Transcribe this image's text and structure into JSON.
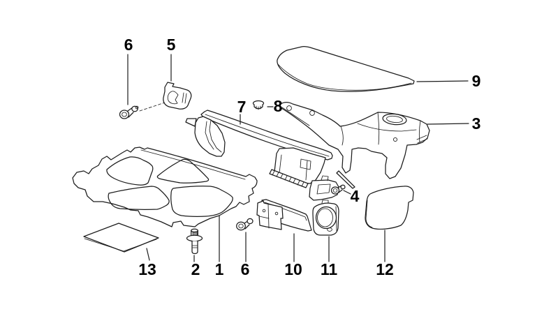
{
  "diagram": {
    "type": "exploded-parts-line-drawing",
    "background_color": "#ffffff",
    "line_color": "#1c1c1c",
    "label_color": "#000000",
    "callouts": [
      {
        "id": "callout-6-top",
        "label": "6"
      },
      {
        "id": "callout-5",
        "label": "5"
      },
      {
        "id": "callout-7",
        "label": "7"
      },
      {
        "id": "callout-8",
        "label": "8"
      },
      {
        "id": "callout-9",
        "label": "9"
      },
      {
        "id": "callout-3",
        "label": "3"
      },
      {
        "id": "callout-4",
        "label": "4"
      },
      {
        "id": "callout-13",
        "label": "13"
      },
      {
        "id": "callout-2",
        "label": "2"
      },
      {
        "id": "callout-1",
        "label": "1"
      },
      {
        "id": "callout-6-bottom",
        "label": "6"
      },
      {
        "id": "callout-10",
        "label": "10"
      },
      {
        "id": "callout-11",
        "label": "11"
      },
      {
        "id": "callout-12",
        "label": "12"
      }
    ]
  }
}
